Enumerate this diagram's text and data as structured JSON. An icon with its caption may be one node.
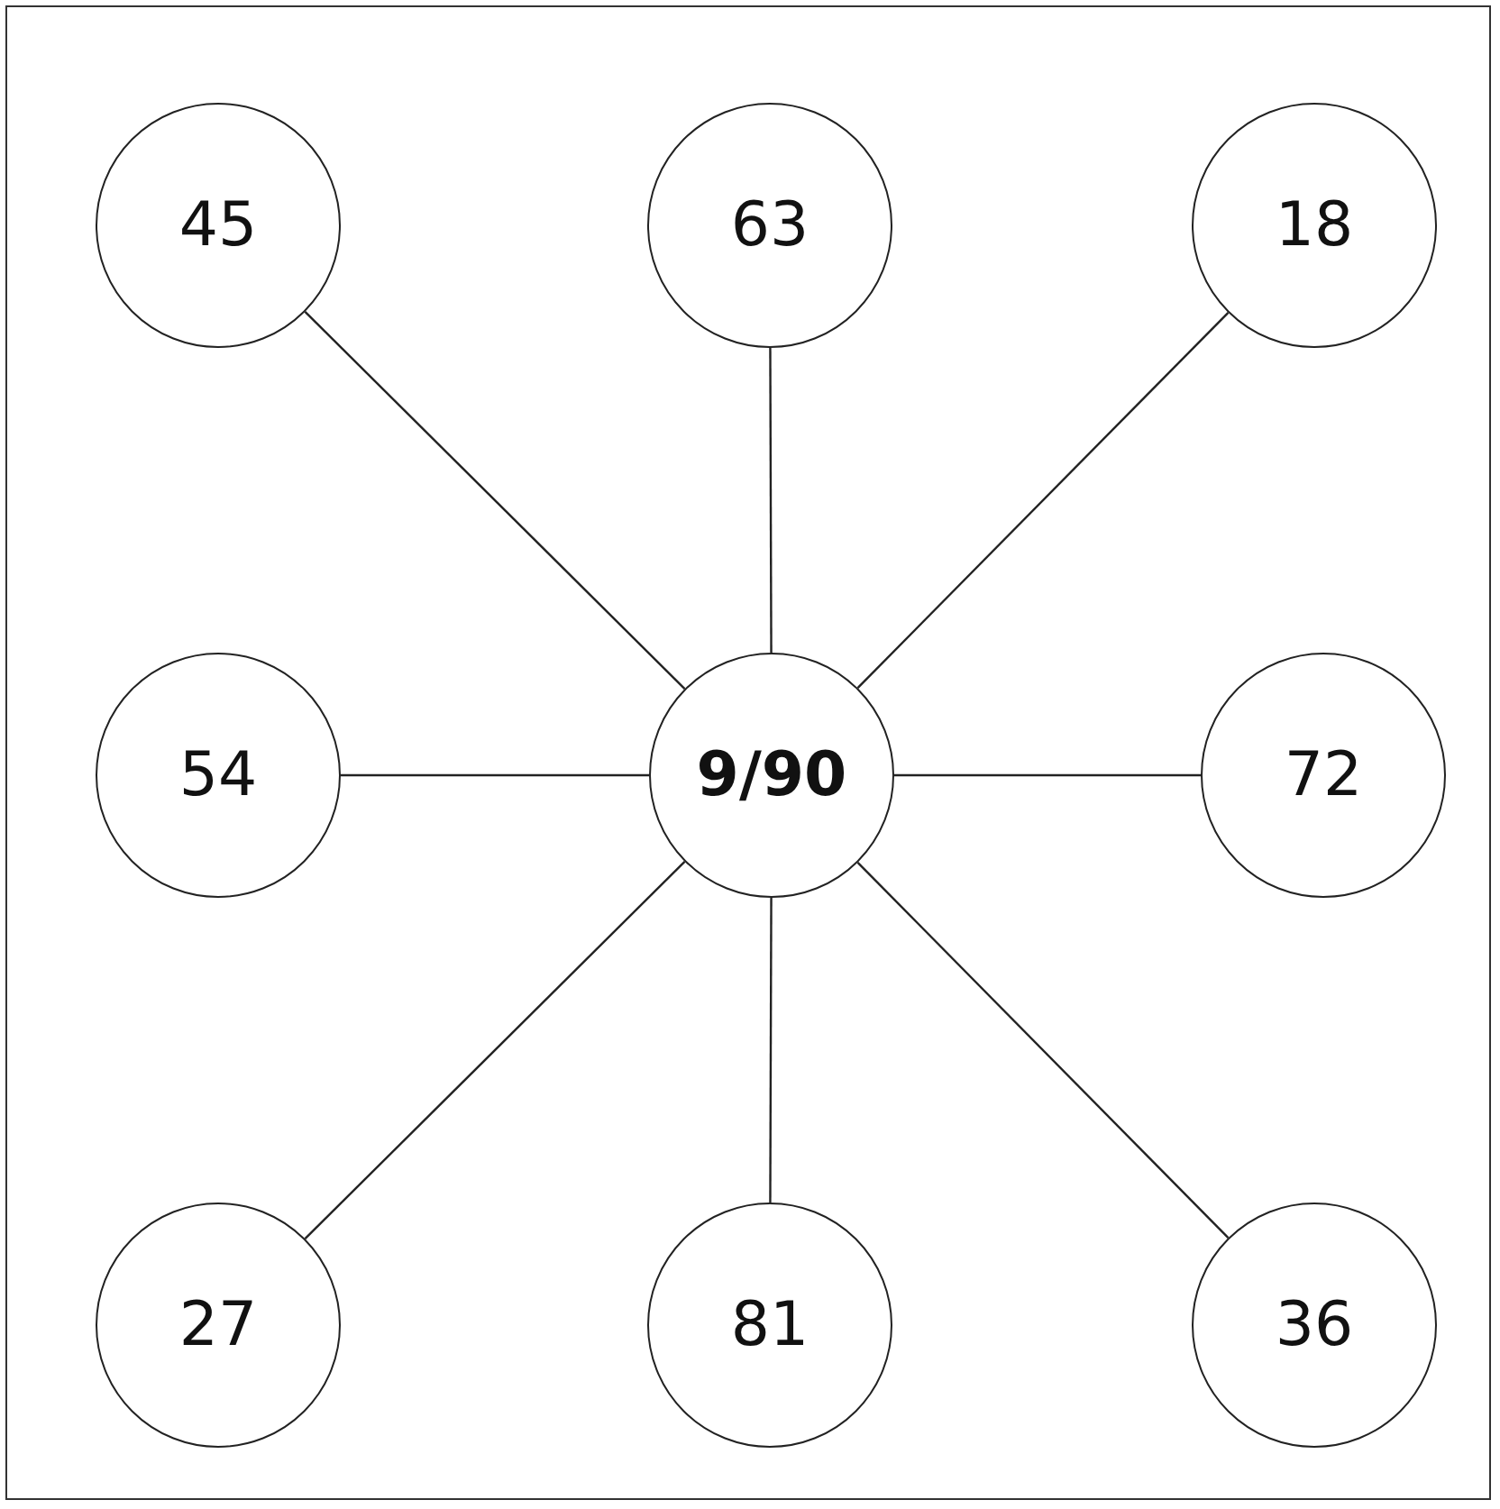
{
  "diagram": {
    "nodes": [
      {
        "text": [
          "45"
        ]
      },
      {
        "text": [
          "63"
        ]
      },
      {
        "text": [
          "18"
        ]
      },
      {
        "text": [
          "54"
        ]
      },
      {
        "text": [
          "9/90"
        ]
      },
      {
        "text": [
          "72"
        ]
      },
      {
        "text": [
          "27"
        ]
      },
      {
        "text": [
          "81"
        ]
      },
      {
        "text": [
          "36"
        ]
      }
    ],
    "edges": [
      {
        "from": 4,
        "to": 0,
        "arrow": "none"
      },
      {
        "from": 4,
        "to": 1,
        "arrow": "none"
      },
      {
        "from": 4,
        "to": 2,
        "arrow": "none"
      },
      {
        "from": 4,
        "to": 3,
        "arrow": "none"
      },
      {
        "from": 4,
        "to": 5,
        "arrow": "none"
      },
      {
        "from": 4,
        "to": 6,
        "arrow": "none"
      },
      {
        "from": 4,
        "to": 7,
        "arrow": "none"
      },
      {
        "from": 4,
        "to": 8,
        "arrow": "none"
      }
    ]
  }
}
